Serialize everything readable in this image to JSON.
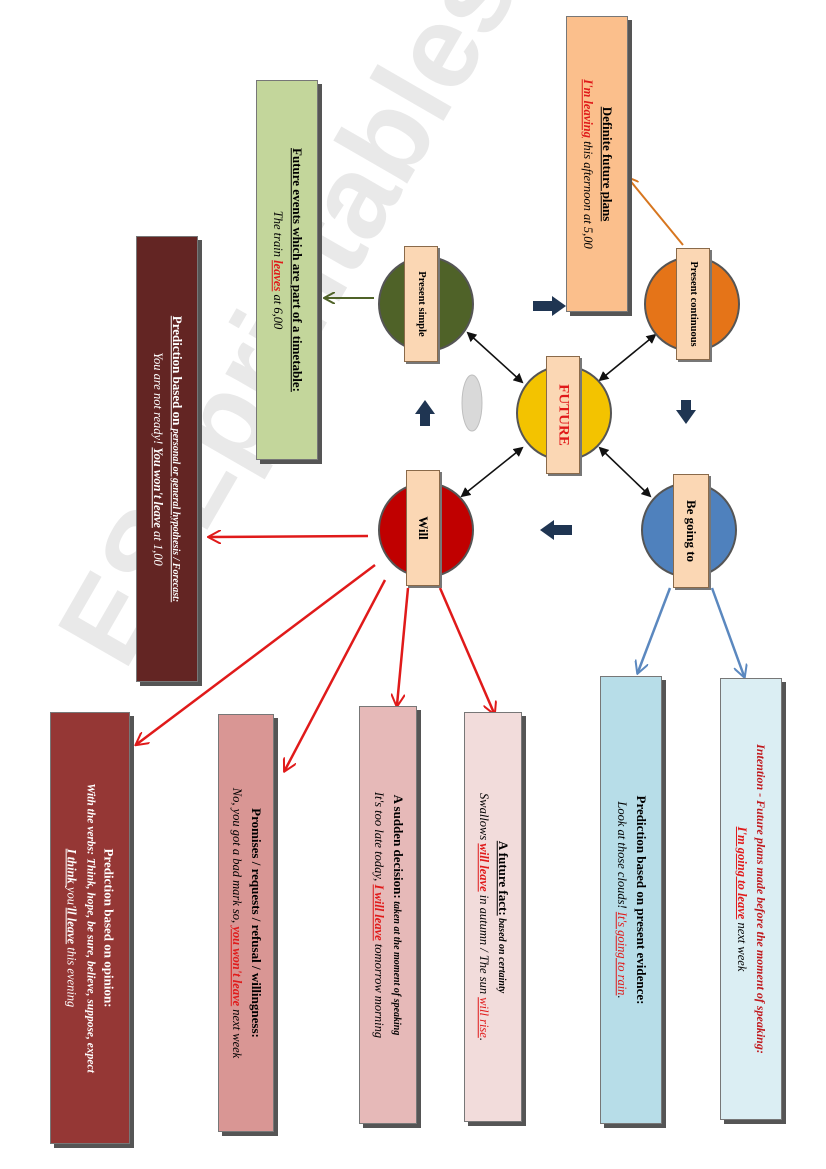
{
  "watermark": "ESLprintables.com",
  "center": {
    "label": "FUTURE"
  },
  "nodes": {
    "present_continuous": "Present continuous",
    "present_simple": "Present simple",
    "will": "Will",
    "be_going_to": "Be going to"
  },
  "boxes": {
    "definite_plans": {
      "title": "Definite future plans",
      "ex_highlight": "I'm leaving",
      "ex_rest": " this afternoon at 5,00"
    },
    "timetable": {
      "title": "Future events which are part of a timetable:",
      "ex_pre": "The train ",
      "ex_highlight": "leaves",
      "ex_rest": " at 6,00"
    },
    "prediction_hypothesis": {
      "title": "Prediction based on ",
      "title_small": "personal or general hypothesis / Forecast:",
      "ex_pre": "You are not ready! ",
      "ex_bold": "You won't leave",
      "ex_rest": " at 1,00"
    },
    "intention": {
      "title": "Intention - Future plans made before the moment of speaking:",
      "ex_highlight": "I'm going to leave",
      "ex_rest": " next week"
    },
    "evidence": {
      "title": "Prediction based on present evidence:",
      "ex_pre": "Look at those clouds! ",
      "ex_highlight": "It's going to rain",
      "ex_rest": "."
    },
    "future_fact": {
      "title": "A future fact:",
      "title_small": " based on certainty",
      "ex_pre": "Swallows ",
      "ex_highlight": "will leave",
      "ex_mid": " in autumn  / The sun ",
      "ex_highlight2": "will rise",
      "ex_rest": "."
    },
    "sudden_decision": {
      "title": "A sudden decision:",
      "title_small": " taken at the moment of speaking",
      "ex_pre": "It's too late today, ",
      "ex_highlight": "I will leave",
      "ex_rest": " tomorrow morning"
    },
    "promises": {
      "title": "Promises / requests / refusal / willingness:",
      "ex_pre": "No, you got a bad mark so, ",
      "ex_highlight": "you won't leave",
      "ex_rest": " next week"
    },
    "opinion": {
      "title": "Prediction based on opinion:",
      "verbs": "With the verbs: Think, hope, be sure, believe, suppose, expect",
      "ex_pre": "I think ",
      "ex_mid": "you'",
      "ex_bold": "ll leave",
      "ex_rest": " this evening"
    }
  },
  "colors": {
    "center": "#f3c300",
    "present_continuous": "#e57418",
    "present_simple": "#4f6228",
    "will": "#c00000",
    "be_going_to": "#4f81bd"
  }
}
